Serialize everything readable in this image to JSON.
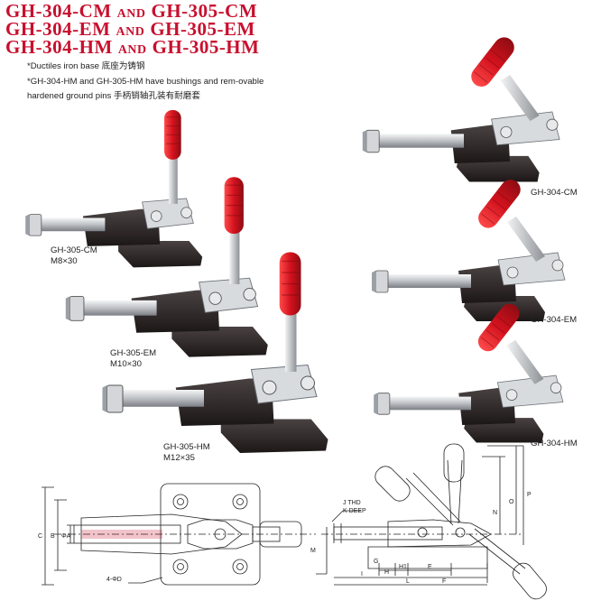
{
  "titles": [
    {
      "left": "GH-304-CM",
      "and": "AND",
      "right": "GH-305-CM"
    },
    {
      "left": "GH-304-EM",
      "and": "AND",
      "right": "GH-305-EM"
    },
    {
      "left": "GH-304-HM",
      "and": "AND",
      "right": "GH-305-HM"
    }
  ],
  "notes": [
    "*Ductiles iron base 底座为铸钢",
    "*GH-304-HM and GH-305-HM have bushings and rem-ovable",
    "hardened ground pins  手柄销轴孔装有耐磨套"
  ],
  "products": {
    "gh305cm": {
      "model": "GH-305-CM",
      "size": "M8×30"
    },
    "gh305em": {
      "model": "GH-305-EM",
      "size": "M10×30"
    },
    "gh305hm": {
      "model": "GH-305-HM",
      "size": "M12×35"
    },
    "gh304cm": {
      "model": "GH-304-CM"
    },
    "gh304em": {
      "model": "GH-304-EM"
    },
    "gh304hm": {
      "model": "GH-304-HM"
    }
  },
  "drawing_labels": {
    "top_view": {
      "c": "C",
      "b": "B",
      "a": "ΦA",
      "holes": "4-ΦD"
    },
    "side_view": {
      "thd": "J  THD",
      "deep": "K DEEP",
      "m": "M",
      "g": "G",
      "h": "H",
      "h1": "H1",
      "e": "E",
      "i": "I",
      "l": "L",
      "f": "F",
      "p": "P",
      "o": "O",
      "n": "N"
    }
  },
  "colors": {
    "title": "#c8102e",
    "handle": "#d2121f",
    "base": "#2a2424",
    "steel": "#c9ccd0"
  }
}
